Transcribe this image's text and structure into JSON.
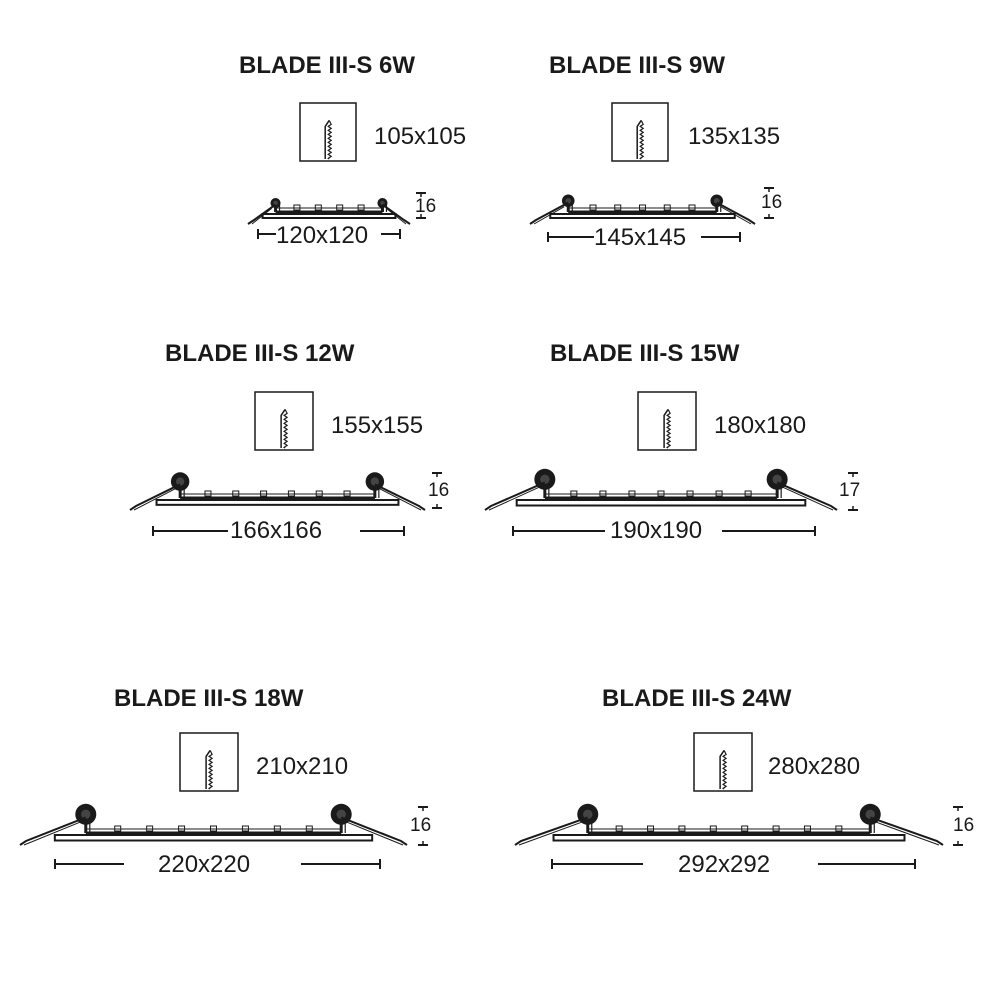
{
  "products": [
    {
      "name": "BLADE III-S 6W",
      "cutout": "105x105",
      "size": "120x120",
      "height": "16"
    },
    {
      "name": "BLADE III-S 9W",
      "cutout": "135x135",
      "size": "145x145",
      "height": "16"
    },
    {
      "name": "BLADE III-S 12W",
      "cutout": "155x155",
      "size": "166x166",
      "height": "16"
    },
    {
      "name": "BLADE III-S 15W",
      "cutout": "180x180",
      "size": "190x190",
      "height": "17"
    },
    {
      "name": "BLADE III-S 18W",
      "cutout": "210x210",
      "size": "220x220",
      "height": "16"
    },
    {
      "name": "BLADE III-S 24W",
      "cutout": "280x280",
      "size": "292x292",
      "height": "16"
    }
  ],
  "icons": {
    "cutout": "cutout-hole-icon",
    "profile": "panel-profile-icon"
  }
}
